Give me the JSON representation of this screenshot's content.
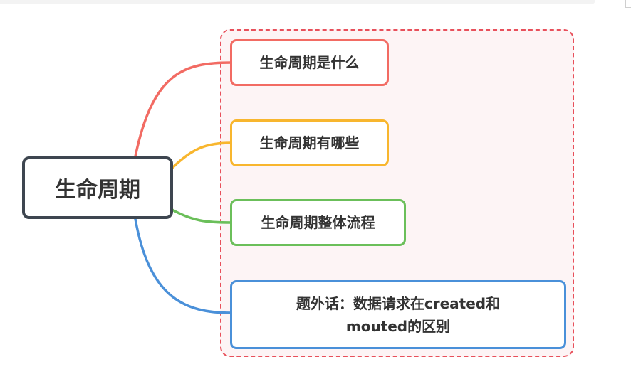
{
  "central_topic": "生命周期",
  "subtopics": [
    {
      "label": "生命周期是什么",
      "color": "#f26b63"
    },
    {
      "label": "生命周期有哪些",
      "color": "#f8b62e"
    },
    {
      "label": "生命周期整体流程",
      "color": "#6bbf5a"
    },
    {
      "label_line1": "题外话：数据请求在created和",
      "label_line2": "mouted的区别",
      "color": "#4a90d9"
    }
  ],
  "frame_color": "#e8505b",
  "central_border_color": "#3e4650"
}
